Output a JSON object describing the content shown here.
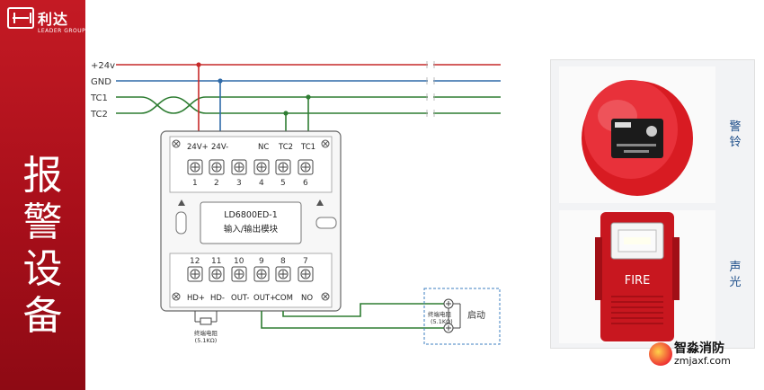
{
  "brand": {
    "name": "利达",
    "english": "LEADER GROUP",
    "registered": "®"
  },
  "sidebar": {
    "title_chars": [
      "报",
      "警",
      "设",
      "备"
    ]
  },
  "bus_lines": [
    {
      "label": "+24v",
      "color": "#c62828"
    },
    {
      "label": "GND",
      "color": "#2f6aa8"
    },
    {
      "label": "TC1",
      "color": "#2e7d32"
    },
    {
      "label": "TC2",
      "color": "#2e7d32"
    }
  ],
  "module": {
    "model": "LD6800ED-1",
    "name": "输入/输出模块",
    "top_signals": [
      "24V+",
      "24V-",
      "NC",
      "TC2",
      "TC1"
    ],
    "top_terminals": [
      "1",
      "2",
      "3",
      "4",
      "5",
      "6"
    ],
    "bottom_terminals": [
      "12",
      "11",
      "10",
      "9",
      "8",
      "7"
    ],
    "bottom_signals": [
      "HD+",
      "HD-",
      "OUT-",
      "OUT+",
      "COM",
      "NO"
    ]
  },
  "eol_resistor": {
    "label": "终端电阻",
    "value": "(5.1KΩ)"
  },
  "start_box": {
    "resistor_label": "终端电阻",
    "resistor_value": "(5.1KΩ)",
    "label": "启动"
  },
  "devices": [
    {
      "label": "警\n铃",
      "image": "red-alarm-bell"
    },
    {
      "label": "声\n光",
      "image": "red-strobe-horn",
      "sign_text": "FIRE"
    }
  ],
  "watermark": {
    "title": "智淼消防",
    "url": "zmjaxf.com"
  },
  "colors": {
    "sidebar_red": "#b3131d",
    "line_red": "#c62828",
    "line_blue": "#2f6aa8",
    "line_green": "#2e7d32",
    "label_blue": "#1e4f8a"
  }
}
